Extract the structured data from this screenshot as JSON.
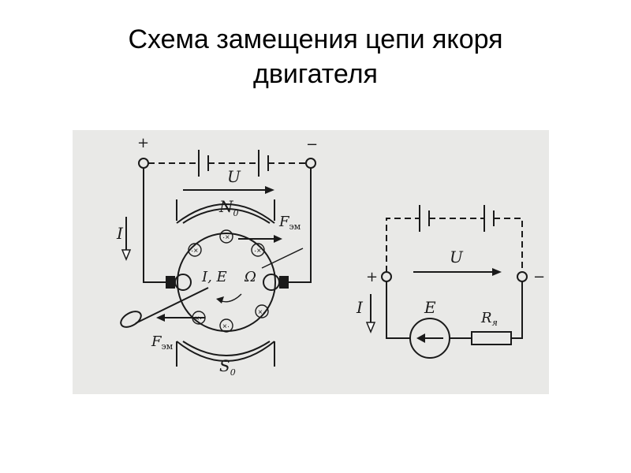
{
  "slide": {
    "title_line1": "Схема замещения цепи якоря",
    "title_line2": "двигателя"
  },
  "left_diagram": {
    "plus": "+",
    "minus": "−",
    "voltage": "U",
    "pole_north": "N",
    "pole_north_sub": "0",
    "pole_south": "S",
    "pole_south_sub": "0",
    "force_top": "F",
    "force_top_sub": "эм",
    "force_bottom": "F",
    "force_bottom_sub": "эм",
    "current": "I",
    "armature_label": "I, E",
    "speed": "Ω"
  },
  "right_diagram": {
    "plus": "+",
    "minus": "−",
    "voltage": "U",
    "current": "I",
    "emf": "E",
    "resistance": "R",
    "resistance_sub": "я"
  }
}
